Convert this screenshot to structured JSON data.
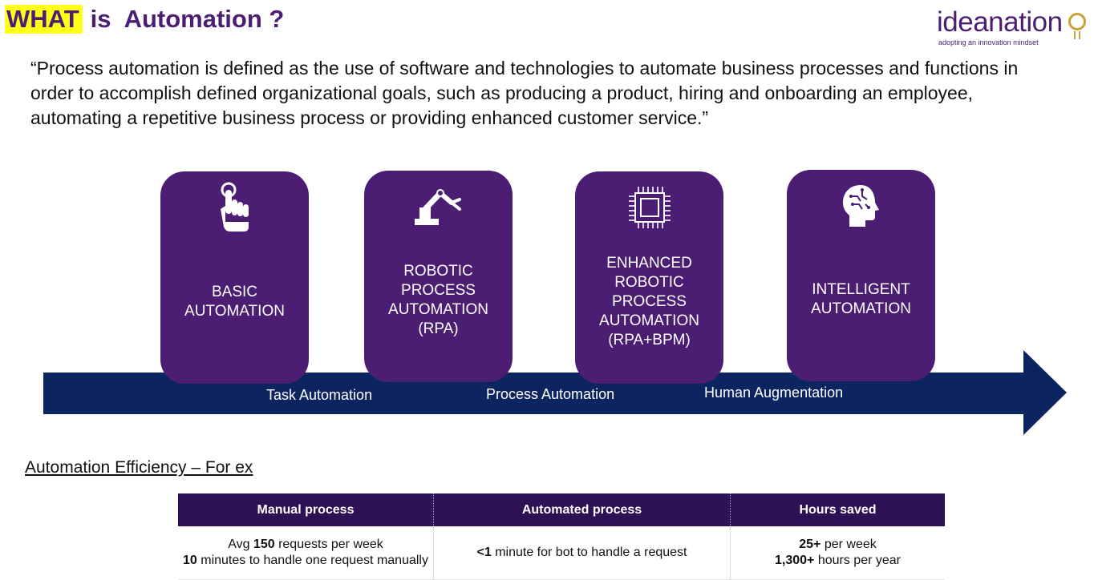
{
  "title": {
    "highlight": "WHAT",
    "rest": "is  Automation ?"
  },
  "logo": {
    "word": "ideanation",
    "tagline": "adopting an innovation mindset"
  },
  "quote": "“Process automation is defined as the use of software and technologies to automate business processes and functions in order to accomplish defined organizational goals, such as producing a product, hiring and onboarding an employee, automating a repetitive business process or providing enhanced customer service.”",
  "cards": [
    {
      "icon": "pointing-hand-icon",
      "label": "BASIC\nAUTOMATION"
    },
    {
      "icon": "robotic-arm-icon",
      "label": "ROBOTIC\nPROCESS\nAUTOMATION\n(RPA)"
    },
    {
      "icon": "microchip-icon",
      "label": "ENHANCED\nROBOTIC\nPROCESS\nAUTOMATION\n(RPA+BPM)"
    },
    {
      "icon": "brain-head-icon",
      "label": "INTELLIGENT\nAUTOMATION"
    }
  ],
  "stages": [
    "Task Automation",
    "Process Automation",
    "Human Augmentation"
  ],
  "colors": {
    "purple": "#4b1e73",
    "navy": "#0c2560",
    "header": "#2e1155",
    "highlight": "#ffff1a",
    "gold": "#c9a33a"
  },
  "efficiency_title": "Automation Efficiency – For ex",
  "table": {
    "headers": [
      "Manual process",
      "Automated process",
      "Hours saved"
    ],
    "manual": {
      "l1_bold": "150",
      "l1_pre": "Avg ",
      "l1_post": " requests per week",
      "l2_bold": "10",
      "l2_post": " minutes to handle one request manually"
    },
    "automated": {
      "bold": "<1",
      "post": " minute for bot to handle a request"
    },
    "saved": {
      "l1_bold": "25+",
      "l1_post": " per week",
      "l2_bold": "1,300+",
      "l2_post": " hours per year"
    }
  }
}
